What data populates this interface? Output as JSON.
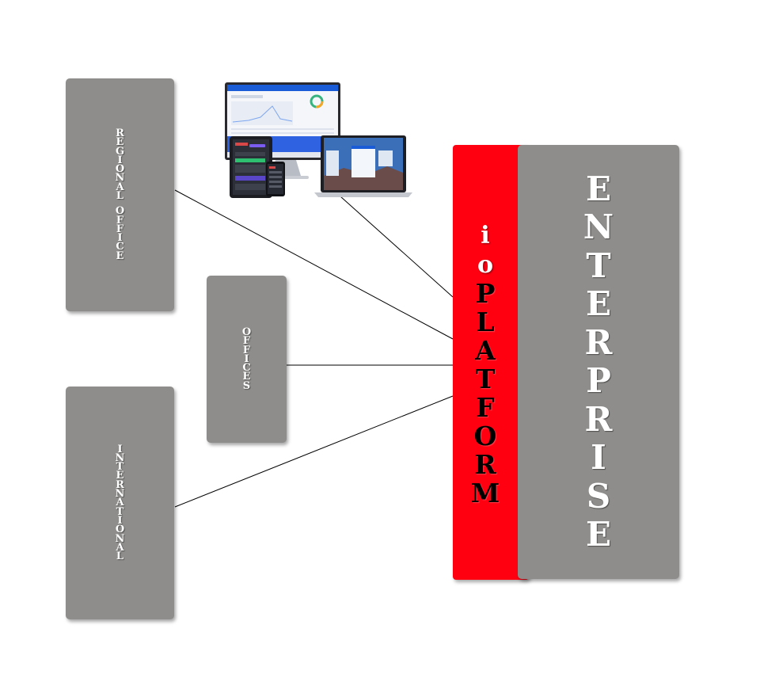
{
  "nodes": {
    "regional_office": {
      "label": "REGIONAL OFFICE"
    },
    "offices": {
      "label": "OFFICES"
    },
    "international": {
      "label": "INTERNATIONAL"
    },
    "platform": {
      "prefix": "io",
      "label": "PLATFORM"
    },
    "enterprise": {
      "label": "ENTERPRISE"
    }
  },
  "colors": {
    "box_gray": "#8e8d8b",
    "platform_red": "#ff0011",
    "connector": "#000000",
    "screen_blue": "#1a5cd8"
  },
  "icons": [
    "desktop-monitor-icon",
    "tablet-icon",
    "phone-icon",
    "laptop-icon"
  ]
}
